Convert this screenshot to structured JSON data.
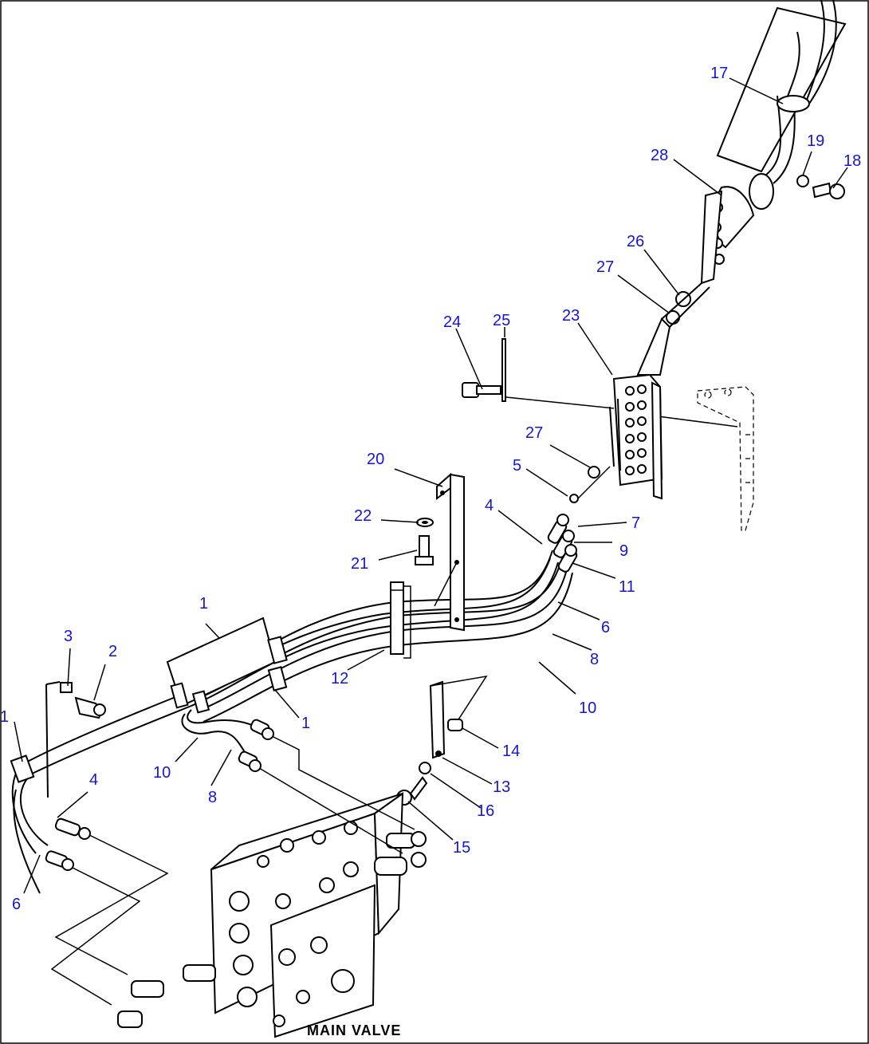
{
  "caption": "MAIN VALVE",
  "callouts": [
    {
      "id": "c1a",
      "label": "1"
    },
    {
      "id": "c1b",
      "label": "1"
    },
    {
      "id": "c1c",
      "label": "1"
    },
    {
      "id": "c2",
      "label": "2"
    },
    {
      "id": "c3",
      "label": "3"
    },
    {
      "id": "c4a",
      "label": "4"
    },
    {
      "id": "c4b",
      "label": "4"
    },
    {
      "id": "c5",
      "label": "5"
    },
    {
      "id": "c6a",
      "label": "6"
    },
    {
      "id": "c6b",
      "label": "6"
    },
    {
      "id": "c7",
      "label": "7"
    },
    {
      "id": "c8a",
      "label": "8"
    },
    {
      "id": "c8b",
      "label": "8"
    },
    {
      "id": "c9",
      "label": "9"
    },
    {
      "id": "c10a",
      "label": "10"
    },
    {
      "id": "c10b",
      "label": "10"
    },
    {
      "id": "c11",
      "label": "11"
    },
    {
      "id": "c12",
      "label": "12"
    },
    {
      "id": "c13",
      "label": "13"
    },
    {
      "id": "c14",
      "label": "14"
    },
    {
      "id": "c15",
      "label": "15"
    },
    {
      "id": "c16",
      "label": "16"
    },
    {
      "id": "c17",
      "label": "17"
    },
    {
      "id": "c18",
      "label": "18"
    },
    {
      "id": "c19",
      "label": "19"
    },
    {
      "id": "c20",
      "label": "20"
    },
    {
      "id": "c21",
      "label": "21"
    },
    {
      "id": "c22",
      "label": "22"
    },
    {
      "id": "c23",
      "label": "23"
    },
    {
      "id": "c24",
      "label": "24"
    },
    {
      "id": "c25",
      "label": "25"
    },
    {
      "id": "c26",
      "label": "26"
    },
    {
      "id": "c27a",
      "label": "27"
    },
    {
      "id": "c27b",
      "label": "27"
    },
    {
      "id": "c28",
      "label": "28"
    }
  ]
}
